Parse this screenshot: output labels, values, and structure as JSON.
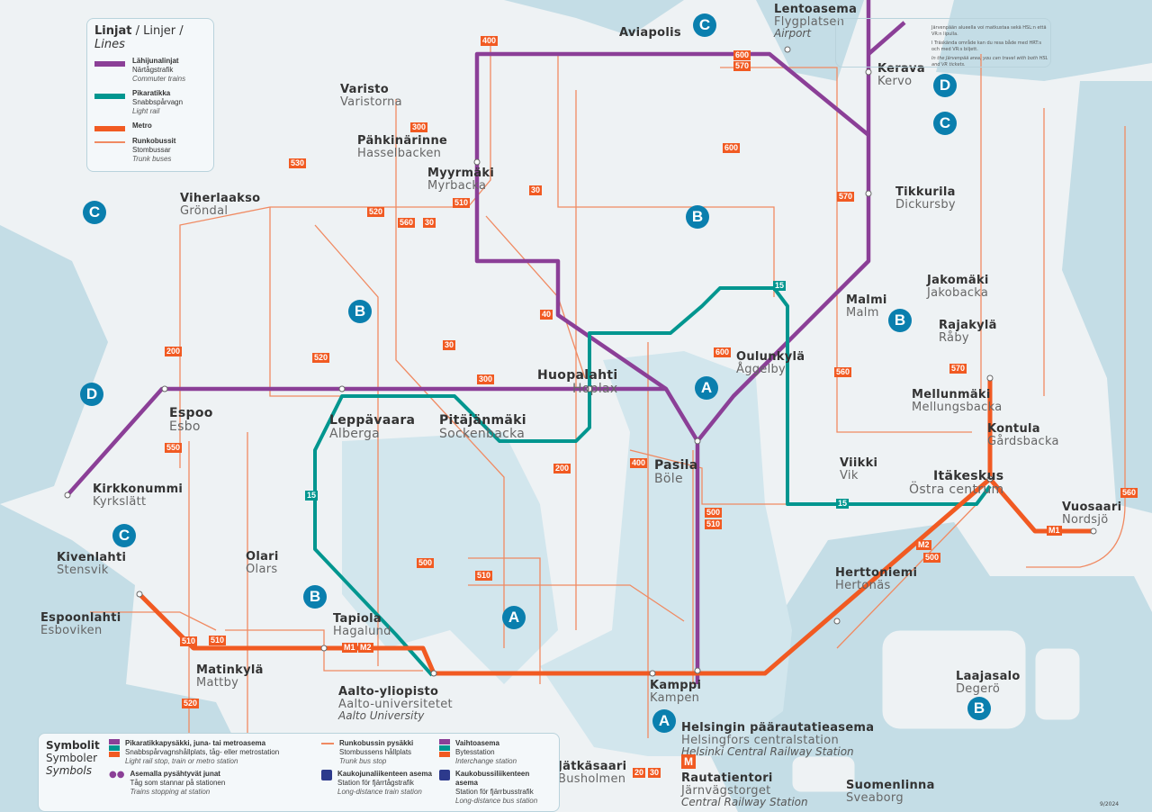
{
  "colors": {
    "commuter": "#8b3f97",
    "light_rail": "#00968f",
    "metro": "#f15a22",
    "trunk_bus": "#f08a62",
    "water": "#c4dde6",
    "zone": "#0a7fae"
  },
  "legend_lines": {
    "title_fi": "Linjat",
    "title_sv": "Linjer",
    "title_en": "Lines",
    "items": [
      {
        "fi": "Lähijunalinjat",
        "sv": "Närtågstrafik",
        "en": "Commuter trains"
      },
      {
        "fi": "Pikaratikka",
        "sv": "Snabbspårvagn",
        "en": "Light rail"
      },
      {
        "fi": "Metro",
        "sv": "",
        "en": ""
      },
      {
        "fi": "Runkobussit",
        "sv": "Stombussar",
        "en": "Trunk buses"
      }
    ]
  },
  "legend_symbols": {
    "title_fi": "Symbolit",
    "title_sv": "Symboler",
    "title_en": "Symbols",
    "items": [
      {
        "fi": "Pikaratikkapysäkki, juna- tai metroasema",
        "sv": "Snabbspårvagnshållplats, tåg- eller metrostation",
        "en": "Light rail stop, train or metro station"
      },
      {
        "fi": "Runkobussin pysäkki",
        "sv": "Stombussens hållplats",
        "en": "Trunk bus stop"
      },
      {
        "fi": "Vaihtoasema",
        "sv": "Bytesstation",
        "en": "Interchange station"
      },
      {
        "fi": "Asemalla pysähtyvät junat",
        "sv": "Tåg som stannar på stationen",
        "en": "Trains stopping at station"
      },
      {
        "fi": "Kaukojunaliikenteen asema",
        "sv": "Station för fjärrtågstrafik",
        "en": "Long-distance train station"
      },
      {
        "fi": "Kaukobussiliikenteen asema",
        "sv": "Station för fjärrbusstrafik",
        "en": "Long-distance bus station"
      }
    ]
  },
  "note": [
    "Järvenpään alueella voi matkustaa sekä HSL:n että VR:n lipulla.",
    "I Träskända område kan du resa både med HRT:s och med VR:s biljett.",
    "In the Järvenpää area, you can travel with both HSL and VR tickets."
  ],
  "stations": [
    {
      "fi": "Lentoasema",
      "sv": "Flygplatsen",
      "en": "Airport"
    },
    {
      "fi": "Aviapolis",
      "sv": ""
    },
    {
      "fi": "Kerava",
      "sv": "Kervo"
    },
    {
      "fi": "Tikkurila",
      "sv": "Dickursby"
    },
    {
      "fi": "Varisto",
      "sv": "Varistorna"
    },
    {
      "fi": "Pähkinärinne",
      "sv": "Hasselbacken"
    },
    {
      "fi": "Myyrmäki",
      "sv": "Myrbacka"
    },
    {
      "fi": "Viherlaakso",
      "sv": "Gröndal"
    },
    {
      "fi": "Malmi",
      "sv": "Malm"
    },
    {
      "fi": "Jakomäki",
      "sv": "Jakobacka"
    },
    {
      "fi": "Rajakylä",
      "sv": "Råby"
    },
    {
      "fi": "Oulunkylä",
      "sv": "Åggelby"
    },
    {
      "fi": "Mellunmäki",
      "sv": "Mellungsbacka"
    },
    {
      "fi": "Kontula",
      "sv": "Gårdsbacka"
    },
    {
      "fi": "Huopalahti",
      "sv": "Hoplax"
    },
    {
      "fi": "Espoo",
      "sv": "Esbo"
    },
    {
      "fi": "Leppävaara",
      "sv": "Alberga"
    },
    {
      "fi": "Pitäjänmäki",
      "sv": "Sockenbacka"
    },
    {
      "fi": "Pasila",
      "sv": "Böle"
    },
    {
      "fi": "Viikki",
      "sv": "Vik"
    },
    {
      "fi": "Itäkeskus",
      "sv": "Östra centrum"
    },
    {
      "fi": "Kirkkonummi",
      "sv": "Kyrkslätt"
    },
    {
      "fi": "Vuosaari",
      "sv": "Nordsjö"
    },
    {
      "fi": "Kivenlahti",
      "sv": "Stensvik"
    },
    {
      "fi": "Olari",
      "sv": "Olars"
    },
    {
      "fi": "Herttoniemi",
      "sv": "Hertonäs"
    },
    {
      "fi": "Espoonlahti",
      "sv": "Esboviken"
    },
    {
      "fi": "Tapiola",
      "sv": "Hagalund"
    },
    {
      "fi": "Matinkylä",
      "sv": "Mattby"
    },
    {
      "fi": "Aalto-yliopisto",
      "sv": "Aalto-universitetet",
      "en": "Aalto University"
    },
    {
      "fi": "Kamppi",
      "sv": "Kampen"
    },
    {
      "fi": "Helsingin päärautatieasema",
      "sv": "Helsingfors centralstation",
      "en": "Helsinki Central Railway Station"
    },
    {
      "fi": "Rautatientori",
      "sv": "Järnvägstorget",
      "en": "Central Railway Station"
    },
    {
      "fi": "Jätkäsaari",
      "sv": "Busholmen"
    },
    {
      "fi": "Laajasalo",
      "sv": "Degerö"
    },
    {
      "fi": "Suomenlinna",
      "sv": "Sveaborg"
    }
  ],
  "zones": [
    "A",
    "A",
    "A",
    "B",
    "B",
    "B",
    "B",
    "B",
    "C",
    "C",
    "C",
    "C",
    "D",
    "D"
  ],
  "routes": [
    "400",
    "600",
    "570",
    "300",
    "520",
    "560",
    "30",
    "510",
    "30",
    "40",
    "300",
    "30",
    "200",
    "520",
    "550",
    "570",
    "560",
    "570",
    "560",
    "600",
    "600",
    "500",
    "510",
    "200",
    "400",
    "500",
    "510",
    "510",
    "530",
    "520",
    "510",
    "20",
    "30",
    "M1",
    "M2",
    "M1",
    "M2",
    "500",
    "15",
    "15",
    "15"
  ],
  "metro_symbol": "M",
  "footer": "9/2024"
}
